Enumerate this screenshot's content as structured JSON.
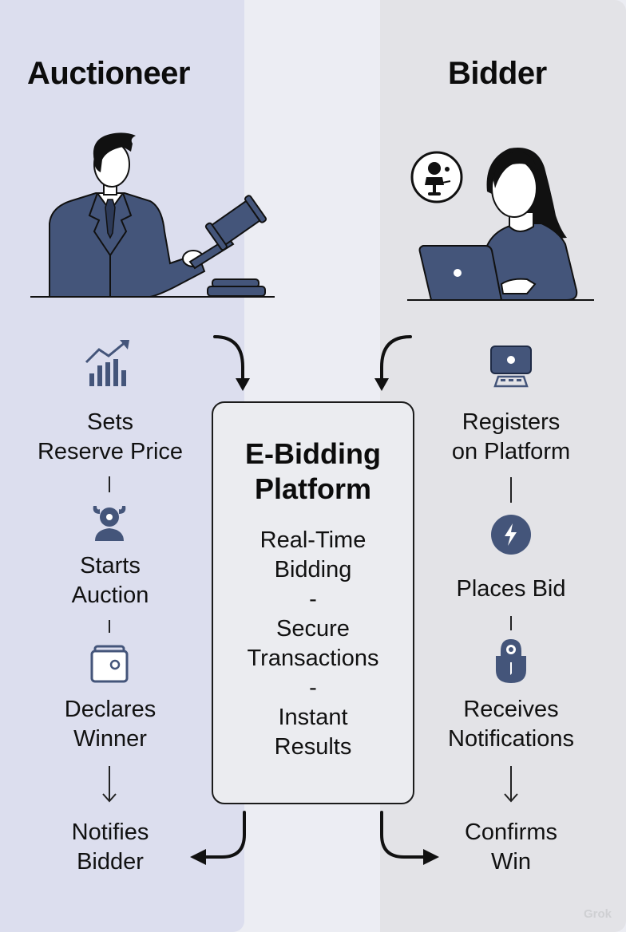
{
  "colors": {
    "accent_navy": "#44557a",
    "left_panel": "#dcdeee",
    "middle_panel": "#ecedf3",
    "right_panel": "#e3e3e7",
    "ink": "#111111"
  },
  "auctioneer": {
    "heading": "Auctioneer",
    "illustration": "auctioneer-with-gavel",
    "steps": [
      {
        "icon": "bar-chart-trending-icon",
        "label_line1": "Sets",
        "label_line2": "Reserve Price"
      },
      {
        "icon": "auctioneer-avatar-icon",
        "label_line1": "Starts",
        "label_line2": "Auction"
      },
      {
        "icon": "wallet-icon",
        "label_line1": "Declares",
        "label_line2": "Winner"
      },
      {
        "icon": "",
        "label_line1": "Notifies",
        "label_line2": "Bidder"
      }
    ]
  },
  "bidder": {
    "heading": "Bidder",
    "illustration": "woman-at-laptop",
    "steps": [
      {
        "icon": "computer-monitor-icon",
        "label_line1": "Registers",
        "label_line2": "on Platform"
      },
      {
        "icon": "lightning-bolt-icon",
        "label_line1": "Places Bid",
        "label_line2": ""
      },
      {
        "icon": "padlock-icon",
        "label_line1": "Receives",
        "label_line2": "Notifications"
      },
      {
        "icon": "",
        "label_line1": "Confirms",
        "label_line2": "Win"
      }
    ]
  },
  "platform": {
    "title_line1": "E-Bidding",
    "title_line2": "Platform",
    "features": [
      {
        "line1": "Real-Time",
        "line2": "Bidding"
      },
      {
        "line1": "Secure",
        "line2": "Transactions"
      },
      {
        "line1": "Instant",
        "line2": "Results"
      }
    ],
    "separator": "-"
  },
  "watermark": "Grok"
}
